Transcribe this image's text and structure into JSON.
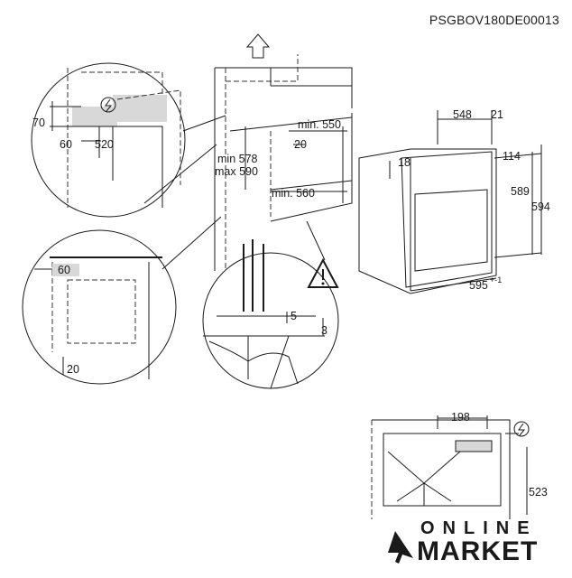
{
  "doc_code": "PSGBOV180DE00013",
  "dimensions": {
    "d70": "70",
    "d60_top": "60",
    "d520": "520",
    "min578": "min 578",
    "max590": "max 590",
    "min550": "min. 550",
    "d20_mid": "20",
    "min560": "min. 560",
    "d548": "548",
    "d21": "21",
    "d18": "18",
    "d114": "114",
    "d589": "589",
    "d594": "594",
    "d595": "595",
    "d595_tol": "+-1",
    "d60_left": "60",
    "d20_left": "20",
    "d5": "5",
    "d3": "3",
    "d198": "198",
    "d523": "523"
  },
  "icons": {
    "power_symbol": "electrical-connection-icon",
    "warning": "warning-triangle-icon",
    "up_arrow": "lift-arrow-icon",
    "brand_logo": "cursor-arrow-logo"
  },
  "brand": {
    "line1": "ONLINE",
    "line2": "MARKET"
  }
}
